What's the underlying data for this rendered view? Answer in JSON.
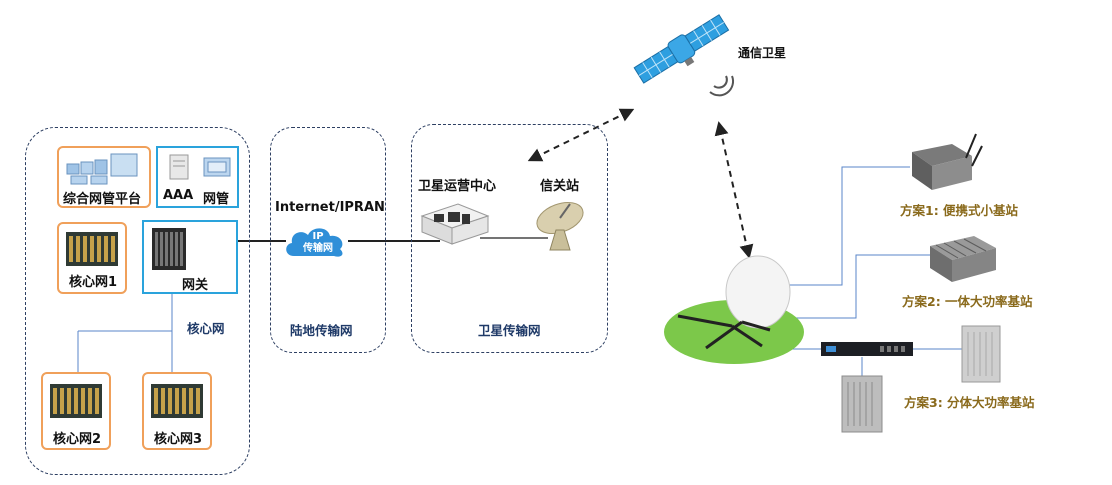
{
  "groups": {
    "core_network": "核心网",
    "land_transport": "陆地传输网",
    "satellite_transport": "卫星传输网"
  },
  "nodes": {
    "mgmt_platform": "综合网管平台",
    "aaa": "AAA",
    "net_mgmt": "网管",
    "core1": "核心网1",
    "gateway": "网关",
    "core2": "核心网2",
    "core3": "核心网3",
    "internet": "Internet/IPRAN",
    "cloud_line1": "IP",
    "cloud_line2": "传输网",
    "ops_center": "卫星运营中心",
    "gateway_station": "信关站",
    "comm_satellite": "通信卫星"
  },
  "solutions": {
    "s1": "方案1: 便携式小基站",
    "s2": "方案2: 一体大功率基站",
    "s3": "方案3: 分体大功率基站"
  },
  "colors": {
    "group_border": "#2d3f62",
    "orange_box": "#f0a05a",
    "blue_box": "#2aa3dc",
    "link_line": "#5a86c8",
    "antenna_pad": "#7cc84a",
    "solution_text": "#8a6a1c"
  }
}
